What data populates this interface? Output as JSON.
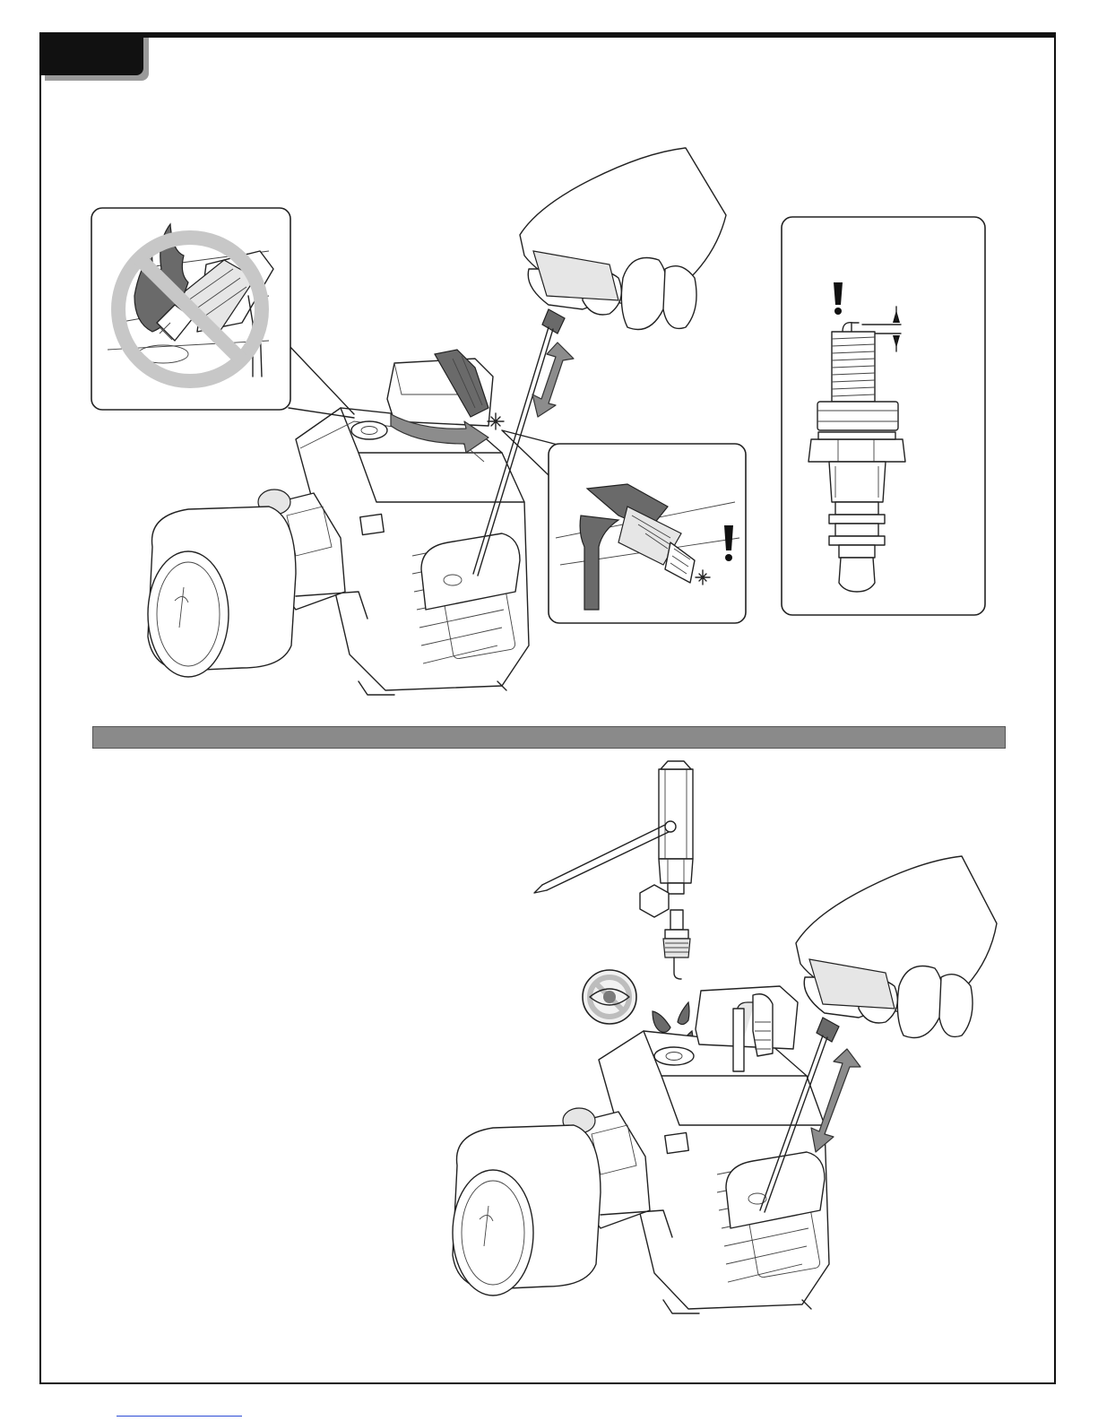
{
  "page": {
    "step_tab_label": "",
    "section_header": "",
    "footer_link": ""
  },
  "illustrations": {
    "upper": [
      "engine-with-glow-plug-removed",
      "no-fire-warning-inset",
      "plug-spark-inset",
      "spark-plug-gap-detail",
      "pull-starter-arrow"
    ],
    "lower": [
      "plug-wrench-tool",
      "hex-wrench-size-icon",
      "no-eye-warning-icon",
      "fuel-droplets",
      "engine-second-view",
      "pull-starter-arrow"
    ]
  },
  "colors": {
    "frame": "#111111",
    "section_bar": "#8a8a8a",
    "arrow_fill": "#8c8c8c",
    "link": "#2b4bd6"
  }
}
